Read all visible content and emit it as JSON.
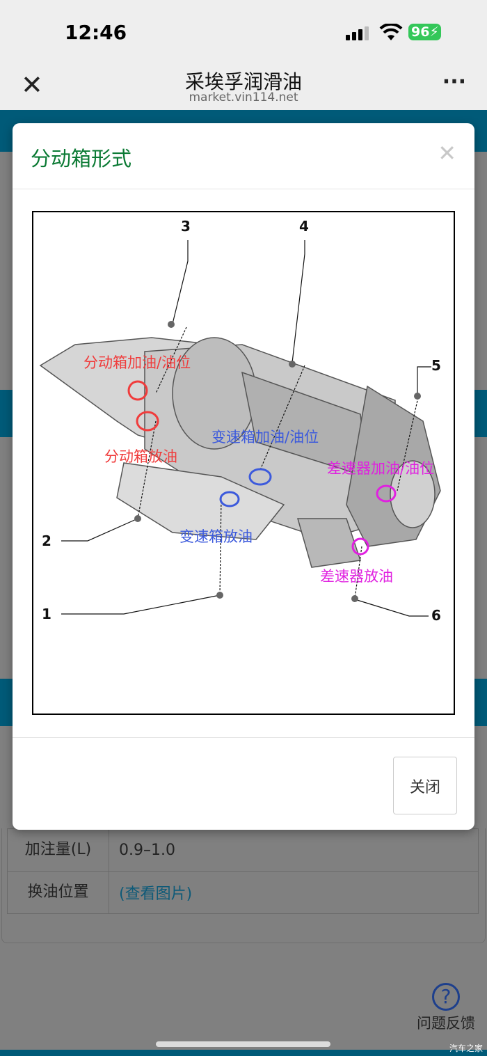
{
  "status": {
    "time": "12:46",
    "battery": "96"
  },
  "nav": {
    "title": "采埃孚润滑油",
    "url": "market.vin114.net"
  },
  "table": [
    {
      "key": "加注量(L)",
      "value": "0.9–1.0"
    },
    {
      "key": "换油位置",
      "value": "(查看图片)"
    }
  ],
  "feedback": {
    "label": "问题反馈"
  },
  "watermark": "汽车之家",
  "modal": {
    "title": "分动箱形式",
    "close_label": "关闭",
    "diagram": {
      "callouts": [
        "1",
        "2",
        "3",
        "4",
        "5",
        "6"
      ],
      "labels": {
        "transfer_fill": "分动箱加油/油位",
        "transfer_drain": "分动箱放油",
        "gearbox_fill": "变速箱加油/油位",
        "gearbox_drain": "变速箱放油",
        "diff_fill": "差速器加油/油位",
        "diff_drain": "差速器放油"
      },
      "colors": {
        "transfer": "#f03c3c",
        "gearbox": "#3c5adc",
        "diff": "#e020e0"
      }
    }
  },
  "colors": {
    "brand": "#005a78",
    "title_green": "#0b7a34"
  }
}
